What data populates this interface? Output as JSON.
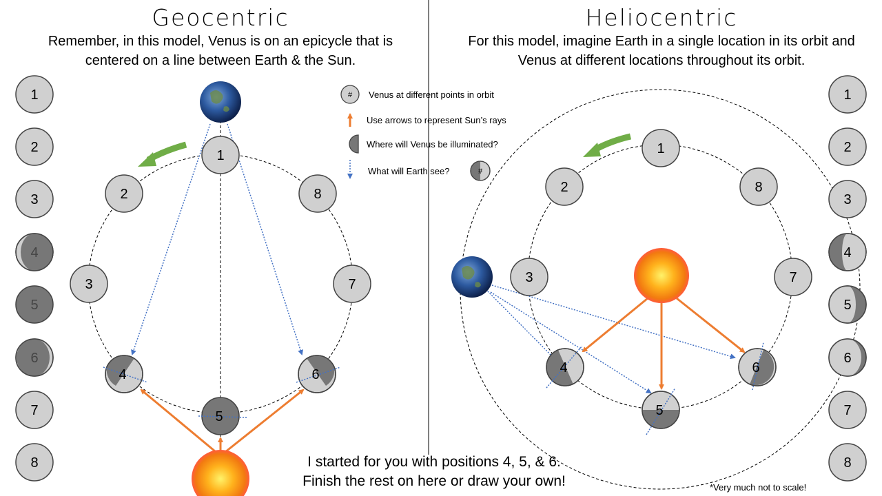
{
  "geocentric": {
    "title": "Geocentric",
    "subtitle_line1": "Remember, in this model, Venus is on an epicycle that is",
    "subtitle_line2": "centered on a line between Earth & the Sun."
  },
  "heliocentric": {
    "title": "Heliocentric",
    "subtitle_line1": "For this model, imagine Earth in a single location in its orbit and",
    "subtitle_line2": "Venus at different locations throughout its orbit."
  },
  "legend": {
    "marker_symbol": "#",
    "venus_label": "Venus at different points in orbit",
    "arrows_label": "Use arrows to represent Sun’s rays",
    "illum_label": "Where will Venus be illuminated?",
    "earth_see_label": "What will Earth see?"
  },
  "phase_numbers": [
    "1",
    "2",
    "3",
    "4",
    "5",
    "6",
    "7",
    "8"
  ],
  "bottom_note_line1": "I started for you with positions 4, 5, & 6.",
  "bottom_note_line2": "Finish the rest on here or draw your own!",
  "scale_note": "*Very much not to scale!",
  "colors": {
    "venus_fill": "#d0d0d0",
    "shade": "#777777",
    "arrow_orange": "#ed7d31",
    "sight_blue": "#4472c4",
    "turn_green": "#70ad47"
  }
}
